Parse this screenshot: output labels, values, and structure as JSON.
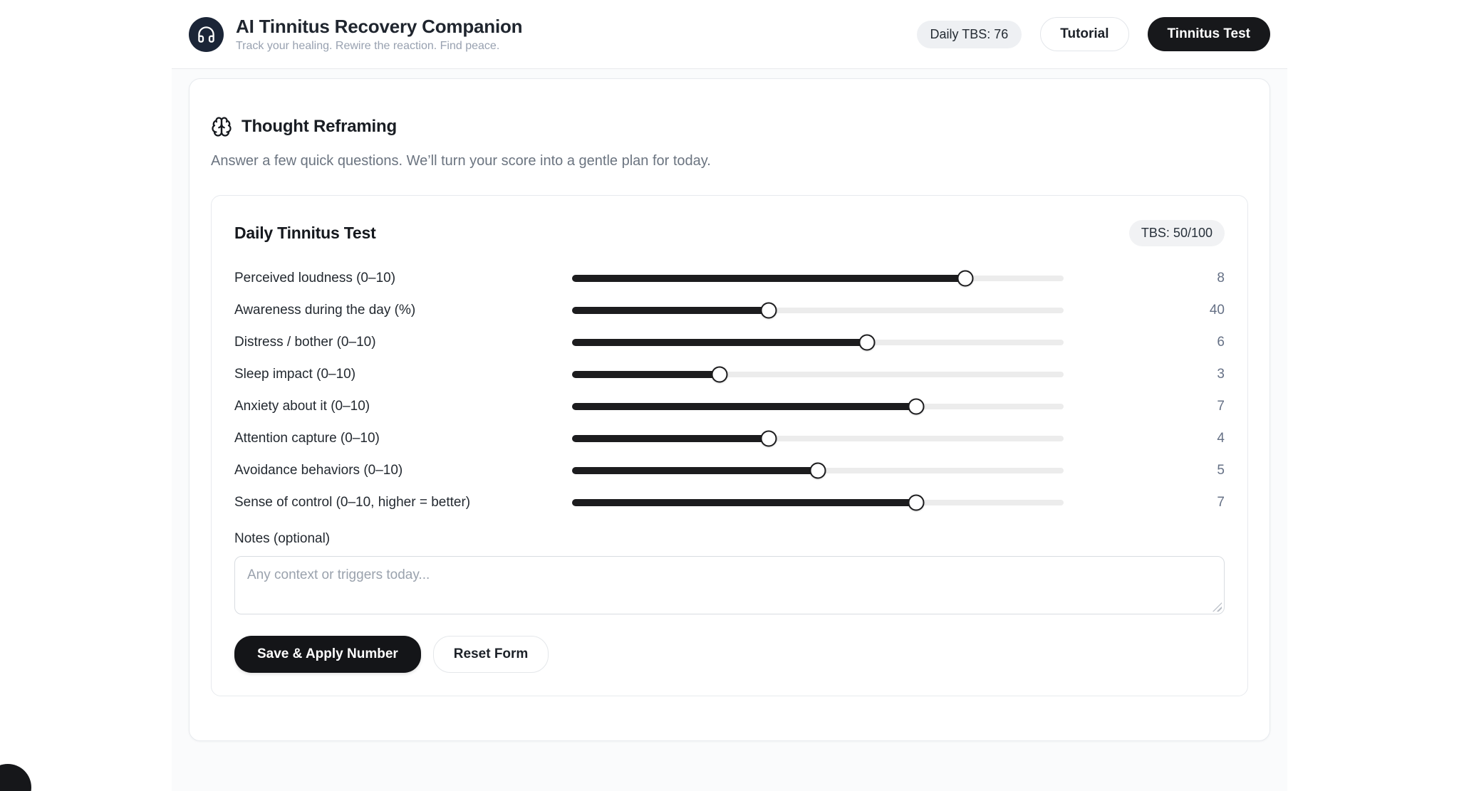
{
  "header": {
    "title": "AI Tinnitus Recovery Companion",
    "subtitle": "Track your healing. Rewire the reaction. Find peace.",
    "daily_tbs": "Daily TBS: 76",
    "tutorial_button": "Tutorial",
    "tinnitus_test_button": "Tinnitus Test",
    "logo_icon": "headphones-icon"
  },
  "section": {
    "icon": "brain-icon",
    "title": "Thought Reframing",
    "subtitle": "Answer a few quick questions. We’ll turn your score into a gentle plan for today."
  },
  "form": {
    "title": "Daily Tinnitus Test",
    "tbs_badge": "TBS: 50/100",
    "sliders": [
      {
        "label": "Perceived loudness (0–10)",
        "value": 8,
        "max": 10
      },
      {
        "label": "Awareness during the day (%)",
        "value": 40,
        "max": 100
      },
      {
        "label": "Distress / bother (0–10)",
        "value": 6,
        "max": 10
      },
      {
        "label": "Sleep impact (0–10)",
        "value": 3,
        "max": 10
      },
      {
        "label": "Anxiety about it (0–10)",
        "value": 7,
        "max": 10
      },
      {
        "label": "Attention capture (0–10)",
        "value": 4,
        "max": 10
      },
      {
        "label": "Avoidance behaviors (0–10)",
        "value": 5,
        "max": 10
      },
      {
        "label": "Sense of control (0–10, higher = better)",
        "value": 7,
        "max": 10
      }
    ],
    "notes_label": "Notes (optional)",
    "notes_value": "",
    "notes_placeholder": "Any context or triggers today...",
    "save_button": "Save & Apply Number",
    "reset_button": "Reset Form"
  },
  "colors": {
    "logo_navy": "#1b2537",
    "button_dark": "#17181b",
    "slider_fill": "#1c1c1e",
    "slider_rest": "#ececec",
    "muted_text": "#657085"
  }
}
